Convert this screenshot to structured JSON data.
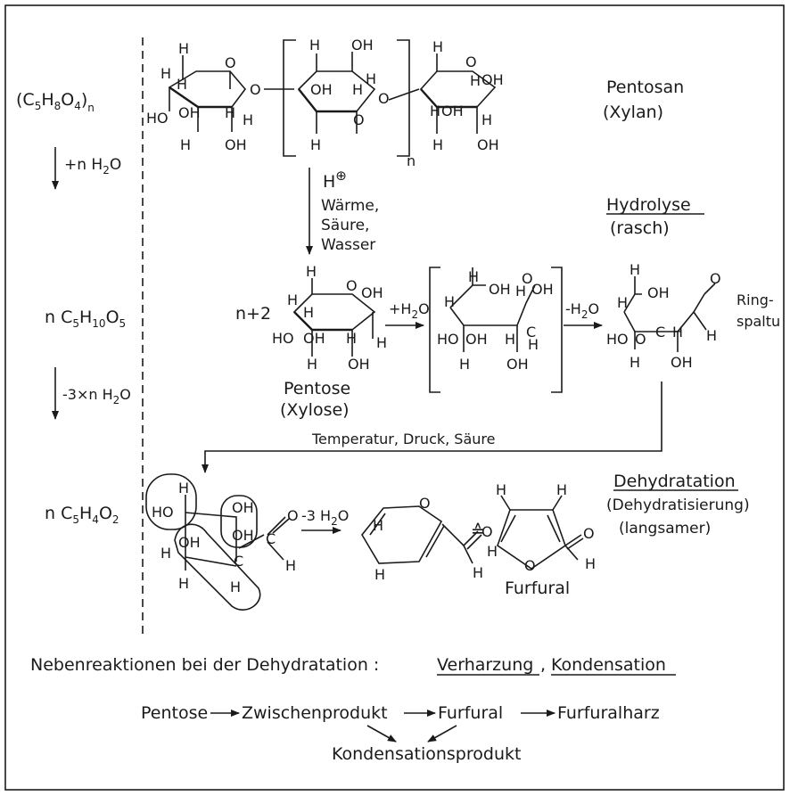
{
  "left_column": {
    "xylan_formula": {
      "base": "(C",
      "s1": "5",
      "h": "H",
      "s2": "8",
      "o": "O",
      "s3": "4",
      "close": ")",
      "n": "n"
    },
    "step1": {
      "plus": "+n H",
      "s": "2",
      "o": "O"
    },
    "pentose_formula": {
      "n": "n  C",
      "s1": "5",
      "h": "H",
      "s2": "10",
      "o": "O",
      "s3": "5"
    },
    "step2": {
      "pre": "-3×n H",
      "s": "2",
      "o": "O"
    },
    "furfural_formula": {
      "n": "n  C",
      "s1": "5",
      "h": "H",
      "s2": "4",
      "o": "O",
      "s3": "2"
    }
  },
  "pentosan": {
    "name": "Pentosan",
    "subname": "(Xylan)",
    "n": "n"
  },
  "hydrolysis": {
    "catalyst_h": "H",
    "catalyst_plus": "⊕",
    "conditions": [
      "Wärme,",
      "Säure,",
      "Wasser"
    ],
    "title": "Hydrolyse",
    "speed": "(rasch)"
  },
  "pentose": {
    "coefficient": "n+2",
    "name": "Pentose",
    "subname": "(Xylose)",
    "plus_water": "+H",
    "plus_water_sub": "2",
    "plus_water_o": "O",
    "minus_water": "-H",
    "minus_water_sub": "2",
    "minus_water_o": "O",
    "ring_label_1": "Ring-",
    "ring_label_2": "spaltu"
  },
  "transfer": {
    "conditions": "Temperatur, Druck, Säure"
  },
  "dehydration": {
    "title": "Dehydratation",
    "alt": "(Dehydratisierung)",
    "speed": "(langsamer)",
    "water": "-3 H",
    "water_sub": "2",
    "water_o": "O",
    "equiv": "≙",
    "product": "Furfural"
  },
  "side_reactions": {
    "intro": "Nebenreaktionen bei der Dehydratation :",
    "items": [
      "Verharzung",
      "Kondensation"
    ],
    "separator": ","
  },
  "scheme": {
    "steps": [
      "Pentose",
      "Zwischenprodukt",
      "Furfural",
      "Furfuralharz"
    ],
    "branch": "Kondensationsprodukt"
  },
  "atoms": {
    "H": "H",
    "O": "O",
    "OH": "OH",
    "HO": "HO",
    "C": "C"
  },
  "colors": {
    "ink": "#1a1a1a",
    "background": "#ffffff",
    "frame": "#1a1a1a"
  }
}
